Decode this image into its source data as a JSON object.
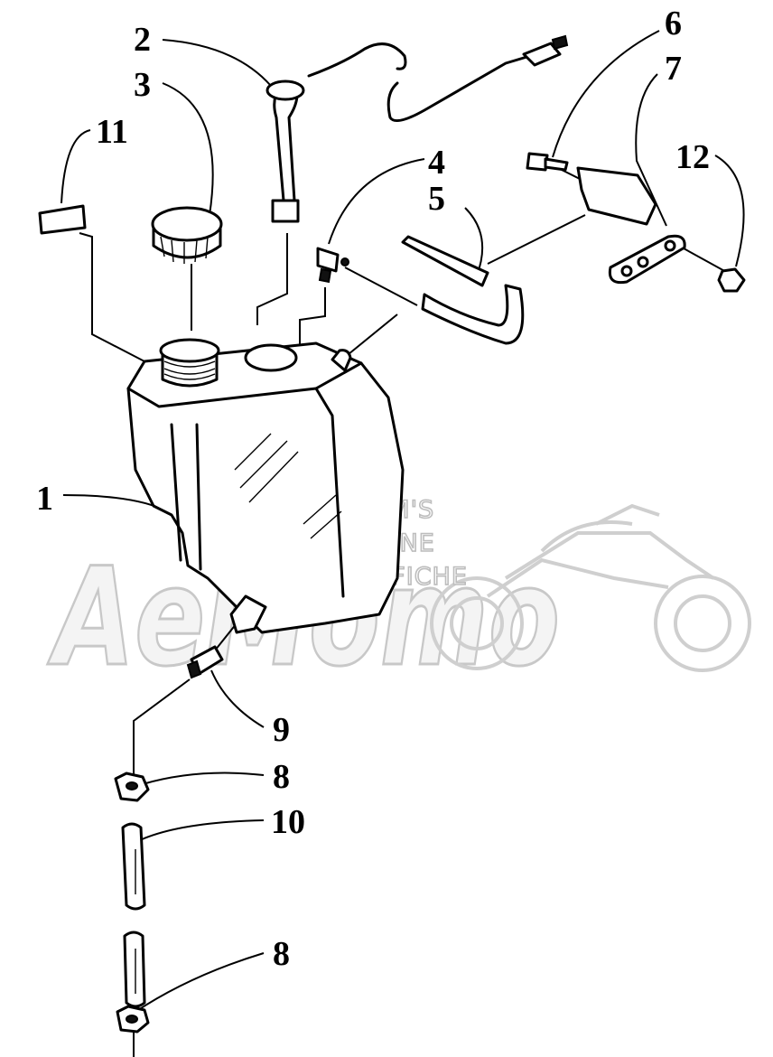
{
  "callouts": [
    {
      "id": "1",
      "label": "1"
    },
    {
      "id": "2",
      "label": "2"
    },
    {
      "id": "3",
      "label": "3"
    },
    {
      "id": "4",
      "label": "4"
    },
    {
      "id": "5",
      "label": "5"
    },
    {
      "id": "6",
      "label": "6"
    },
    {
      "id": "7",
      "label": "7"
    },
    {
      "id": "8a",
      "label": "8"
    },
    {
      "id": "8b",
      "label": "8"
    },
    {
      "id": "9",
      "label": "9"
    },
    {
      "id": "10",
      "label": "10"
    },
    {
      "id": "11",
      "label": "11"
    },
    {
      "id": "12",
      "label": "12"
    }
  ],
  "watermark": {
    "line1": "HLSM'S",
    "line2": "ONLINE",
    "line3": "MICROFICHE",
    "brand": "AeMomo"
  }
}
